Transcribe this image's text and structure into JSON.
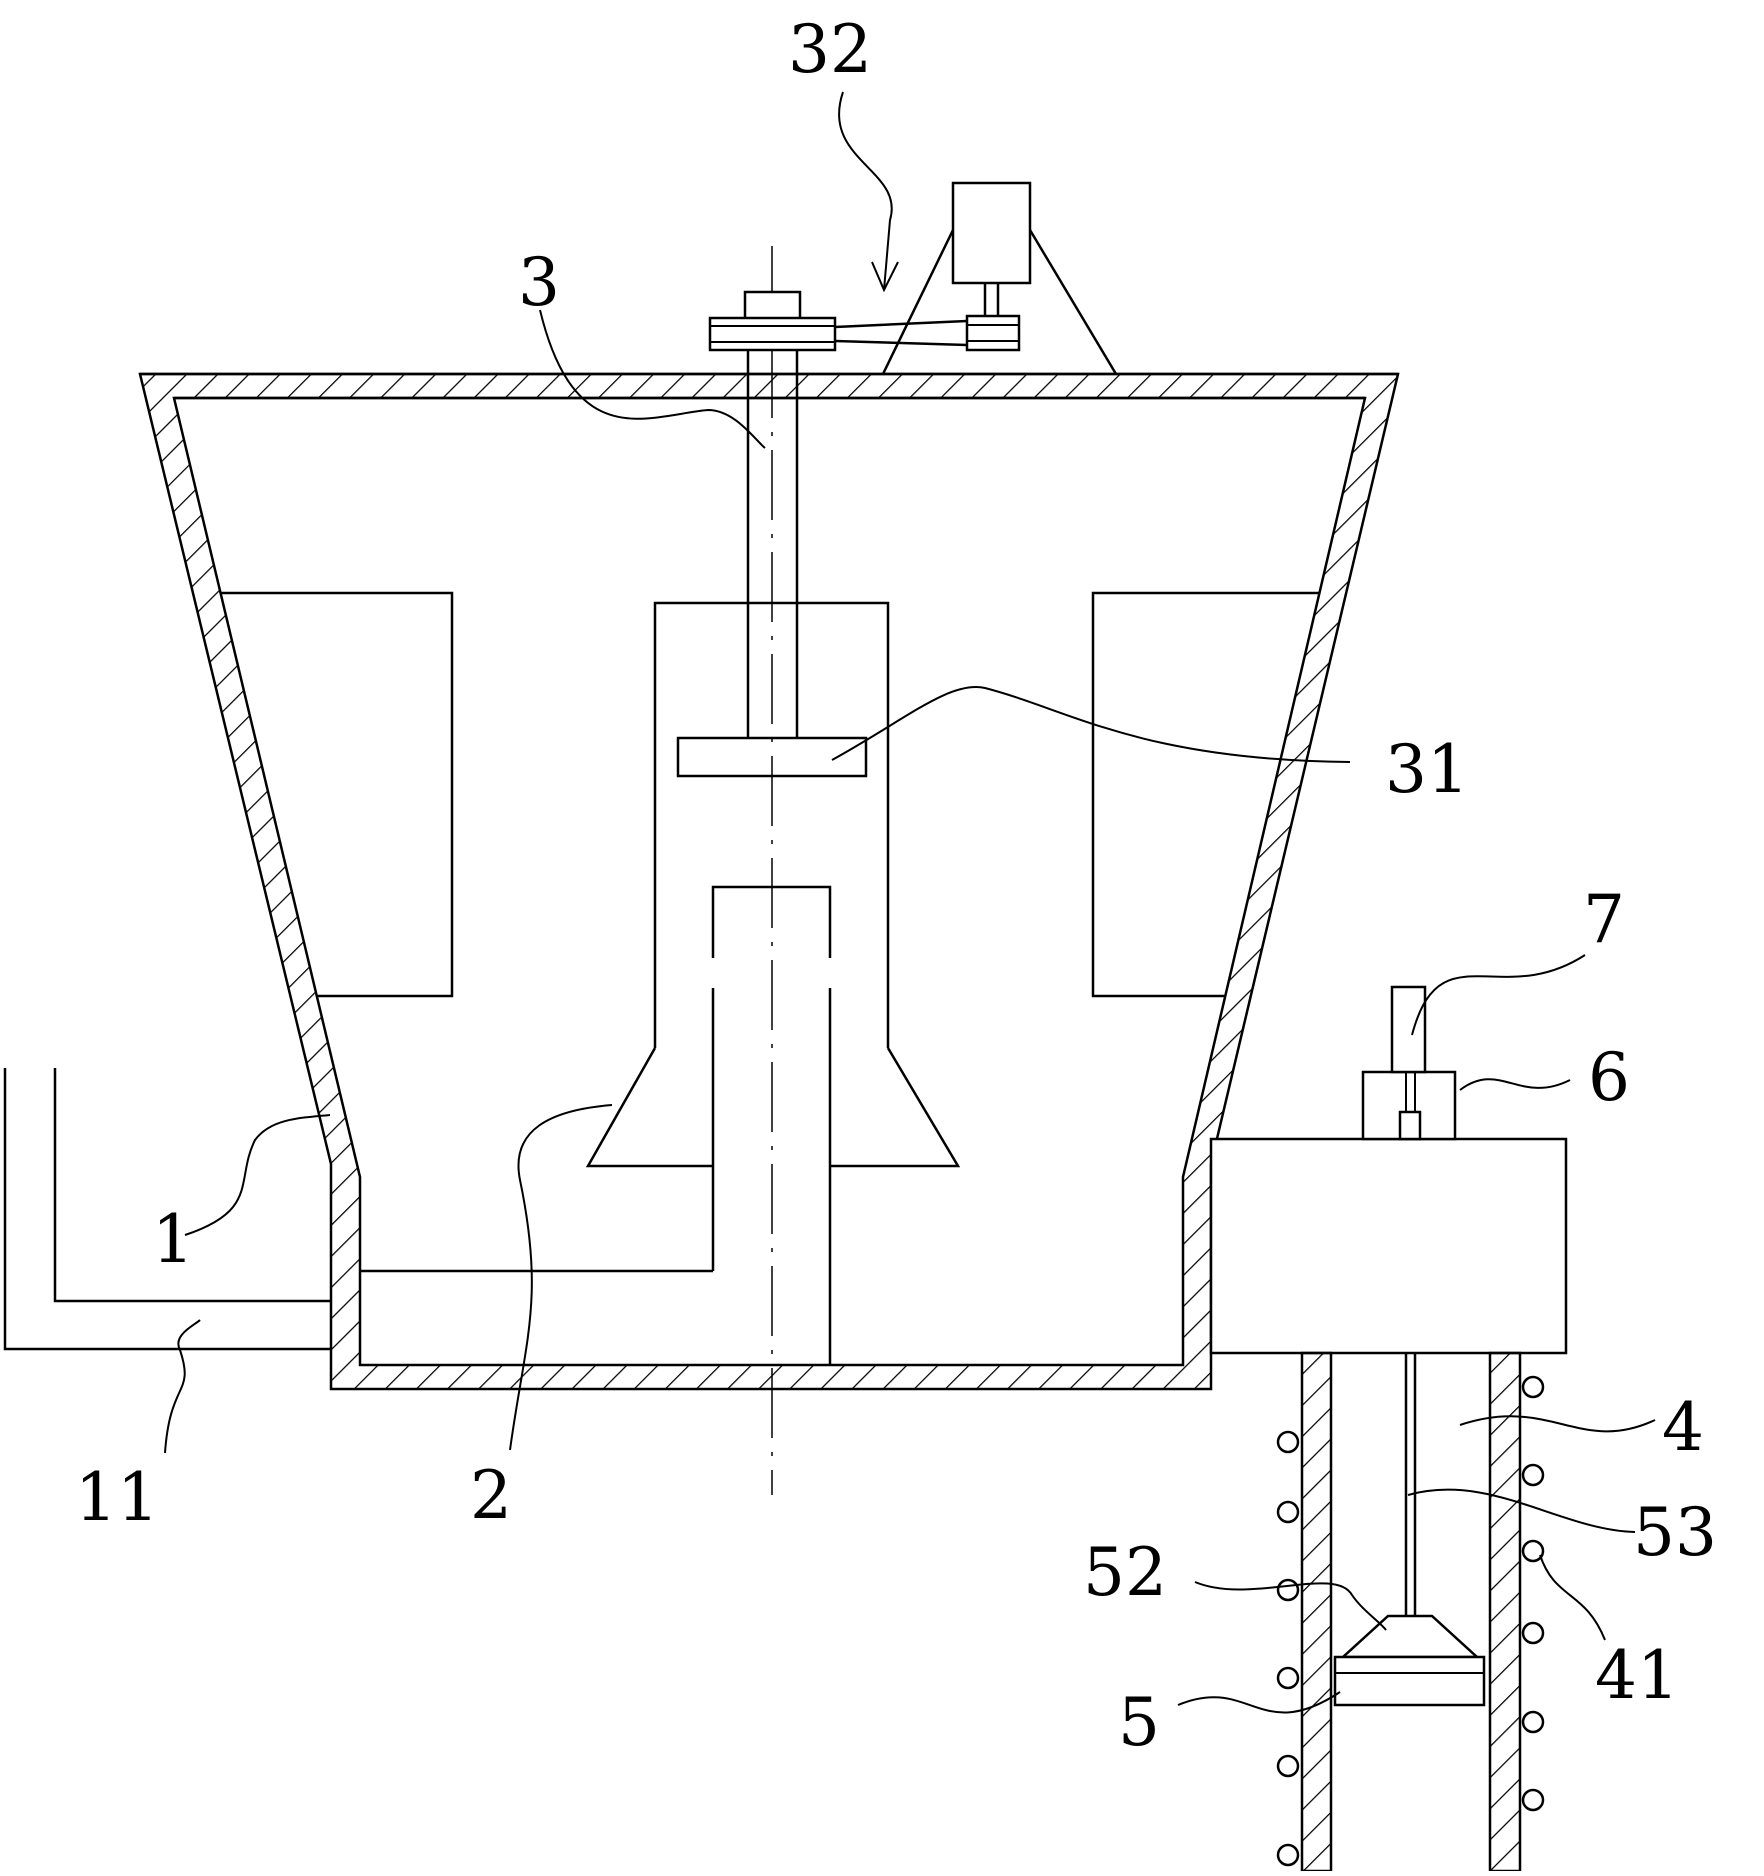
{
  "figure": {
    "labels": {
      "vessel": "1",
      "inlet_pipe": "11",
      "inner_cylinder": "2",
      "shaft": "3",
      "stirring_disc": "31",
      "drive_assembly": "32",
      "side_tube": "4",
      "heating_coil": "41",
      "plunger": "5",
      "plunger_cone": "52",
      "plunger_rod": "53",
      "seal_block": "6",
      "actuator": "7"
    },
    "colors": {
      "line": "#000000",
      "background": "#ffffff"
    }
  }
}
